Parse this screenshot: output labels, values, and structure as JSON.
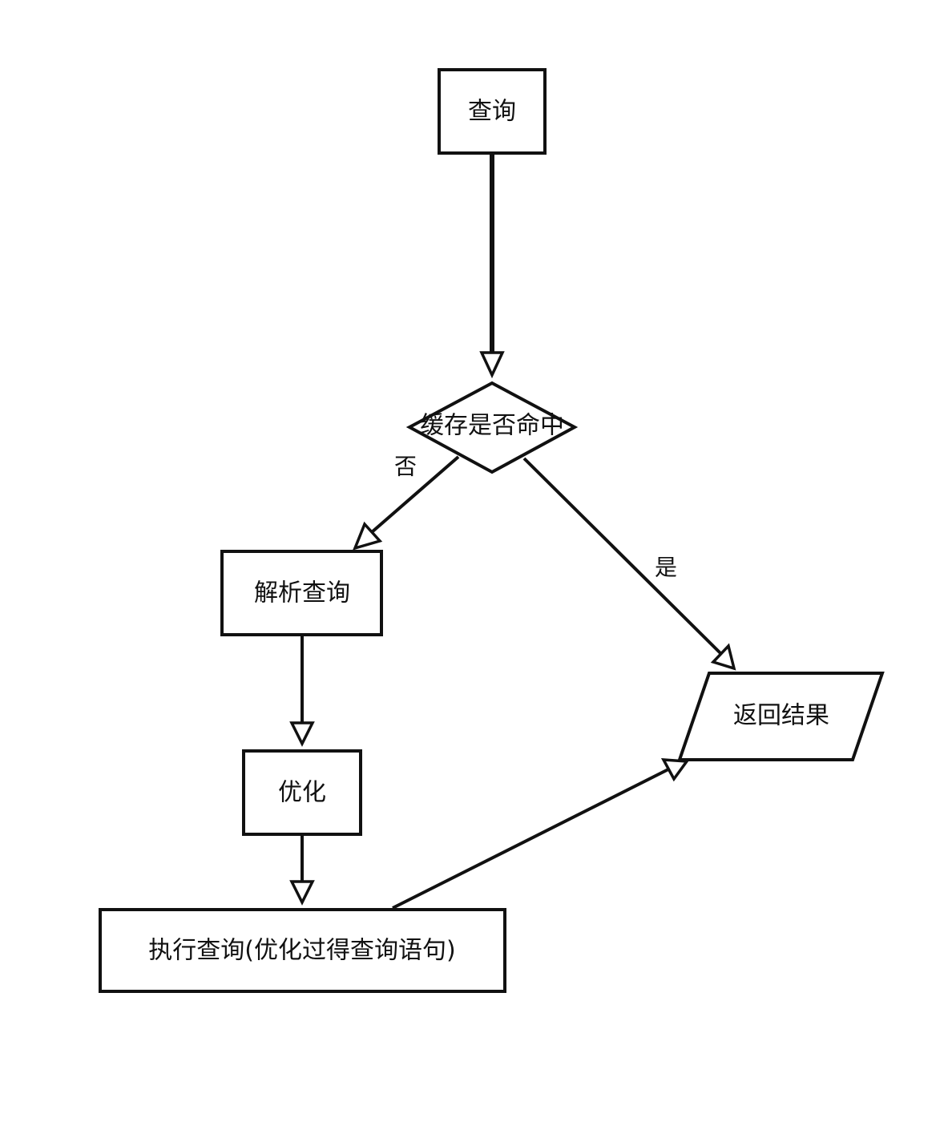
{
  "nodes": {
    "query": "查询",
    "cache_check": "缓存是否命中",
    "parse": "解析查询",
    "optimize": "优化",
    "execute": "执行查询(优化过得查询语句)",
    "return_result": "返回结果"
  },
  "edges": {
    "no_label": "否",
    "yes_label": "是"
  },
  "colors": {
    "stroke": "#111111",
    "fill": "#ffffff"
  }
}
